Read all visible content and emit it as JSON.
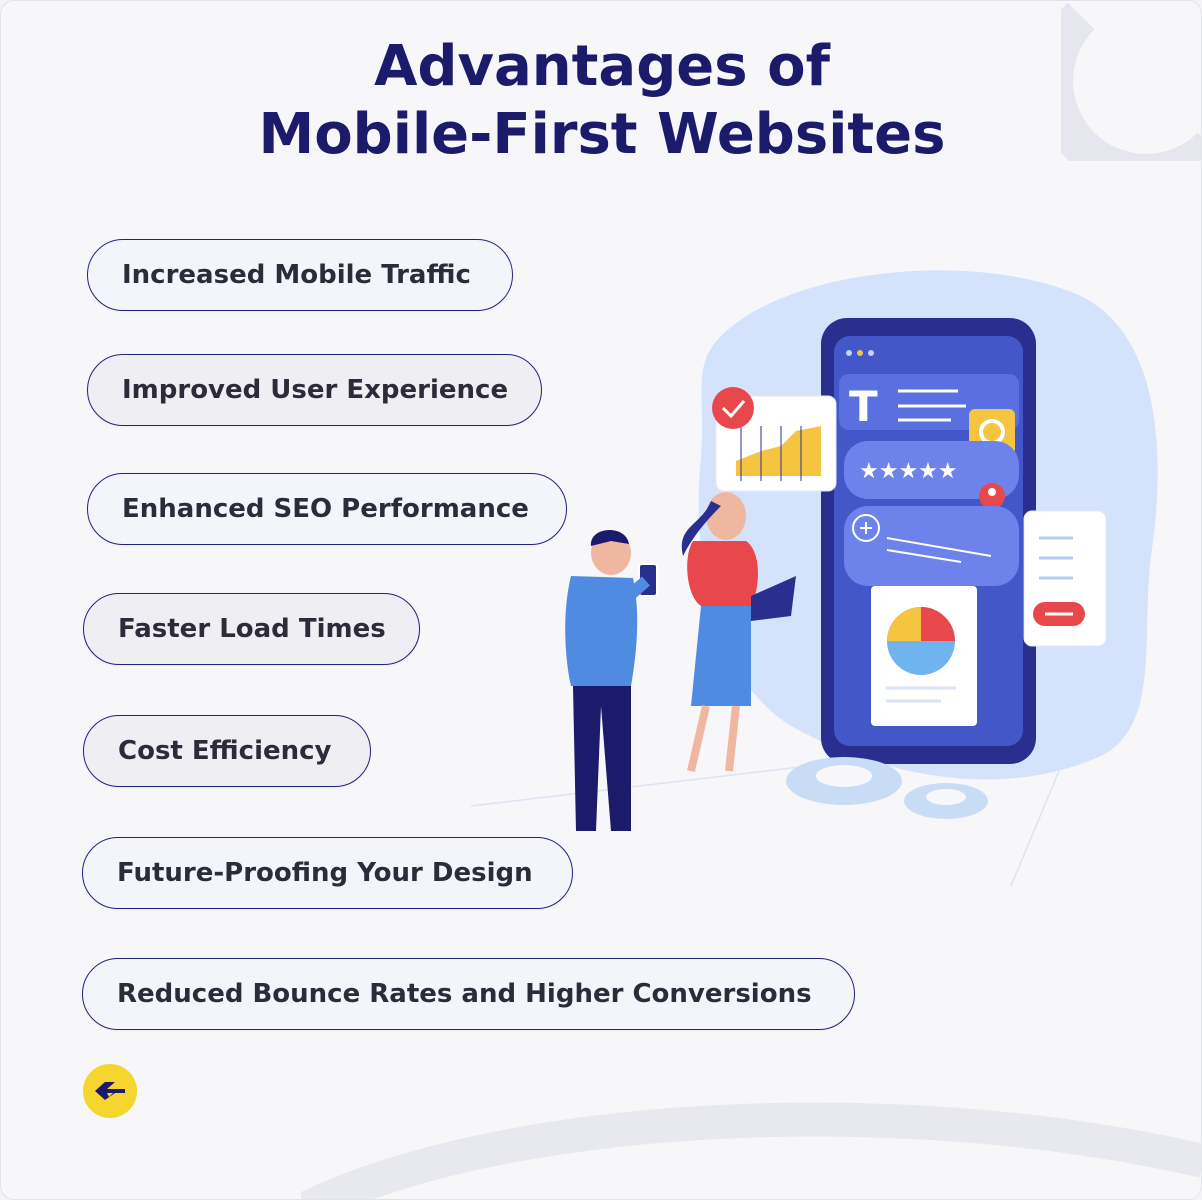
{
  "title": {
    "line1": "Advantages of",
    "line2": "Mobile-First Websites"
  },
  "benefits": [
    "Increased Mobile Traffic",
    "Improved User Experience",
    "Enhanced SEO Performance",
    "Faster Load Times",
    "Cost Efficiency",
    "Future-Proofing Your Design",
    "Reduced Bounce Rates and Higher Conversions"
  ],
  "icons": {
    "logo": "brand-logo-icon",
    "illustration": "mobile-website-illustration"
  },
  "colors": {
    "title": "#1b1a6b",
    "pill_border": "#24237a",
    "logo": "#f5d52e",
    "phone_frame": "#2a2f8f",
    "phone_screen": "#3e4fc4",
    "blob": "#cfe0fb"
  }
}
